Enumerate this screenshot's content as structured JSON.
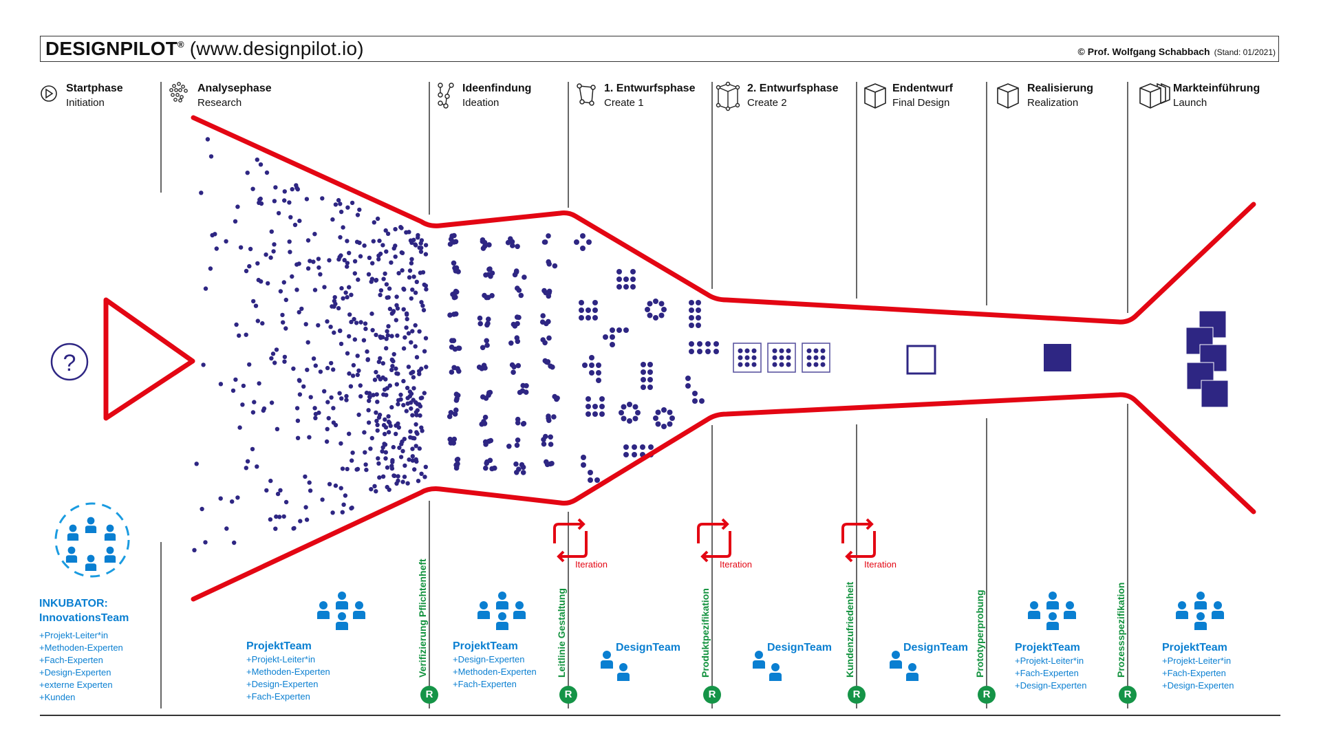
{
  "header": {
    "brand": "DESIGNPILOT",
    "registered": "®",
    "url": "(www.designpilot.io)",
    "copyright": "© Prof. Wolfgang Schabbach",
    "stand": "(Stand: 01/2021)"
  },
  "phases": [
    {
      "title": "Startphase",
      "subtitle": "Initiation",
      "icon": "play-circle-icon"
    },
    {
      "title": "Analysephase",
      "subtitle": "Research",
      "icon": "scatter-circles-icon"
    },
    {
      "title": "Ideenfindung",
      "subtitle": "Ideation",
      "icon": "connected-nodes-icon"
    },
    {
      "title": "1. Entwurfsphase",
      "subtitle": "Create 1",
      "icon": "square-nodes-icon"
    },
    {
      "title": "2. Entwurfsphase",
      "subtitle": "Create 2",
      "icon": "wireframe-cube-icon"
    },
    {
      "title": "Endentwurf",
      "subtitle": "Final Design",
      "icon": "cube-icon"
    },
    {
      "title": "Realisierung",
      "subtitle": "Realization",
      "icon": "cube-icon"
    },
    {
      "title": "Markteinführung",
      "subtitle": "Launch",
      "icon": "stacked-cubes-icon"
    }
  ],
  "start_symbol": "?",
  "milestones": [
    {
      "label": "Verifizierung Pflichtenheft",
      "badge": "R"
    },
    {
      "label": "Leitlinie Gestaltung",
      "badge": "R"
    },
    {
      "label": "Produktpezifikation",
      "badge": "R"
    },
    {
      "label": "Kundenzufriedenheit",
      "badge": "R"
    },
    {
      "label": "Prototyperprobung",
      "badge": "R"
    },
    {
      "label": "Prozessspezifikation",
      "badge": "R"
    }
  ],
  "iteration_label": "Iteration",
  "incubator": {
    "title_line1": "INKUBATOR:",
    "title_line2": "InnovationsTeam",
    "members": [
      "+Projekt-Leiter*in",
      "+Methoden-Experten",
      "+Fach-Experten",
      "+Design-Experten",
      "+externe Experten",
      "+Kunden"
    ]
  },
  "teams": [
    {
      "name": "ProjektTeam",
      "members": [
        "+Projekt-Leiter*in",
        "+Methoden-Experten",
        "+Design-Experten",
        "+Fach-Experten"
      ]
    },
    {
      "name": "ProjektTeam",
      "members": [
        "+Design-Experten",
        "+Methoden-Experten",
        "+Fach-Experten"
      ]
    },
    {
      "name": "DesignTeam",
      "members": []
    },
    {
      "name": "DesignTeam",
      "members": []
    },
    {
      "name": "DesignTeam",
      "members": []
    },
    {
      "name": "ProjektTeam",
      "members": [
        "+Projekt-Leiter*in",
        "+Fach-Experten",
        "+Design-Experten"
      ]
    },
    {
      "name": "ProjektTeam",
      "members": [
        "+Projekt-Leiter*in",
        "+Fach-Experten",
        "+Design-Experten"
      ]
    }
  ],
  "colors": {
    "funnel": "#e30613",
    "dots": "#2e2683",
    "team_blue": "#0a7fd1",
    "milestone_green": "#10913c",
    "badge_green": "#159447"
  }
}
